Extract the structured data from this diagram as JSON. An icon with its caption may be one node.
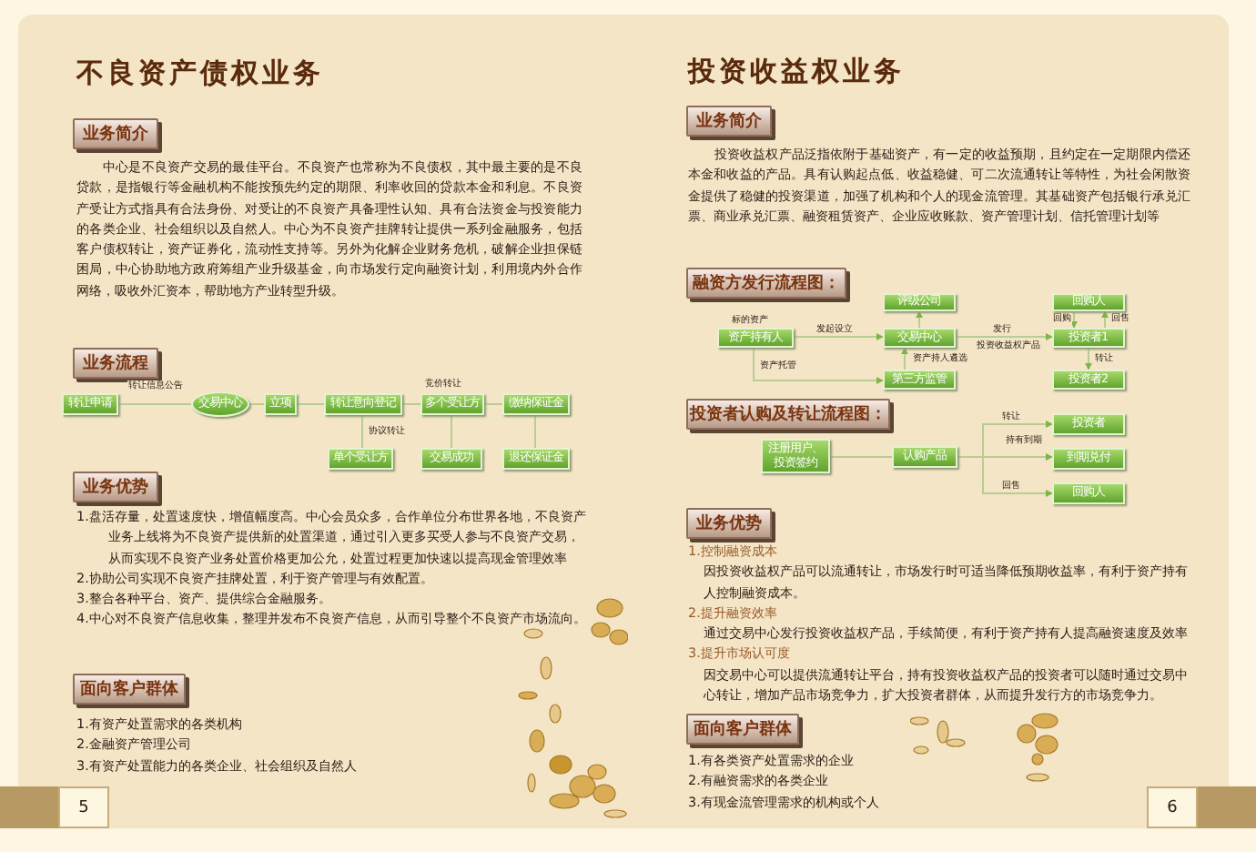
{
  "diagram": {
    "nodes": [
      {
        "text": [
          "业务简介"
        ]
      },
      {
        "text": [
          "业务流程"
        ]
      },
      {
        "text": [
          "转让申请"
        ]
      },
      {
        "text": [
          "交易中心"
        ]
      },
      {
        "text": [
          "立项"
        ]
      },
      {
        "text": [
          "转让意向登记"
        ]
      },
      {
        "text": [
          "多个受让方"
        ]
      },
      {
        "text": [
          "缴纳保证金"
        ]
      },
      {
        "text": [
          "单个受让方"
        ]
      },
      {
        "text": [
          "交易成功"
        ]
      },
      {
        "text": [
          "退还保证金"
        ]
      },
      {
        "text": [
          "业务优势"
        ]
      },
      {
        "text": [
          "面向客户群体"
        ]
      },
      {
        "text": [
          "业务简介"
        ]
      },
      {
        "text": [
          "融资方发行流程图："
        ]
      },
      {
        "text": [
          "评级公司"
        ]
      },
      {
        "text": [
          "回购人"
        ]
      },
      {
        "text": [
          "资产持有人"
        ],
        "beside": [
          "标的资产"
        ]
      },
      {
        "text": [
          "交易中心"
        ]
      },
      {
        "text": [
          "投资者1"
        ]
      },
      {
        "text": [
          "第三方监管"
        ]
      },
      {
        "text": [
          "投资者2"
        ]
      },
      {
        "text": [
          "投资者认购及转让流程图："
        ]
      },
      {
        "text": [
          "注册用户、投资签约"
        ]
      },
      {
        "text": [
          "认购产品"
        ]
      },
      {
        "text": [
          "投资者"
        ]
      },
      {
        "text": [
          "到期兑付"
        ]
      },
      {
        "text": [
          "回购人"
        ]
      },
      {
        "text": [
          "业务优势"
        ]
      },
      {
        "text": [
          "面向客户群体"
        ]
      }
    ],
    "edges": [
      {
        "from": 2,
        "to": 3,
        "arrow": "none",
        "label": "转让信息公告"
      },
      {
        "from": 3,
        "to": 4,
        "arrow": "none"
      },
      {
        "from": 4,
        "to": 5,
        "arrow": "none"
      },
      {
        "from": 5,
        "to": 6,
        "arrow": "none",
        "label": "竞价转让"
      },
      {
        "from": 6,
        "to": 7,
        "arrow": "none"
      },
      {
        "from": 5,
        "to": 8,
        "arrow": "none",
        "label": "协议转让"
      },
      {
        "from": 6,
        "to": 9,
        "arrow": "none"
      },
      {
        "from": 7,
        "to": 10,
        "arrow": "none"
      },
      {
        "from": 17,
        "to": 18,
        "arrow": "to",
        "label": "发起设立"
      },
      {
        "from": 17,
        "to": 20,
        "arrow": "to",
        "label": "资产托管"
      },
      {
        "from": 18,
        "to": 15,
        "arrow": "to"
      },
      {
        "from": 20,
        "to": 18,
        "arrow": "to",
        "label": "资产持人遴选"
      },
      {
        "from": 18,
        "to": 19,
        "arrow": "to",
        "label": "发行"
      },
      {
        "from": 16,
        "to": 19,
        "arrow": "to",
        "label": "回购"
      },
      {
        "from": 19,
        "to": 16,
        "arrow": "to",
        "label": "回售"
      },
      {
        "from": 19,
        "to": 21,
        "arrow": "to",
        "label": "转让"
      },
      {
        "from": 23,
        "to": 24,
        "arrow": "none"
      },
      {
        "from": 24,
        "to": 25,
        "arrow": "to",
        "label": "转让"
      },
      {
        "from": 24,
        "to": 26,
        "arrow": "to",
        "label": "持有到期"
      },
      {
        "from": 24,
        "to": 27,
        "arrow": "to",
        "label": "回售"
      }
    ],
    "labels": [
      "不良资产债权业务",
      "中心是不良资产交易的最佳平台。不良资产也常称为不良债权，其中最主要的是不良贷款，是指银行等金融机构不能按预先约定的期限、利率收回的贷款本金和利息。不良资产受让方式指具有合法身份、对受让的不良资产具备理性认知、具有合法资金与投资能力的各类企业、社会组织以及自然人。中心为不良资产挂牌转让提供一系列金融服务，包括客户债权转让，资产证券化，流动性支持等。另外为化解企业财务危机，破解企业担保链困局，中心协助地方政府筹组产业升级基金，向市场发行定向融资计划，利用境内外合作网络，吸收外汇资本，帮助地方产业转型升级。",
      "1.盘活存量，处置速度快，增值幅度高。中心会员众多，合作单位分布世界各地，不良资产业务上线将为不良资产提供新的处置渠道，通过引入更多买受人参与不良资产交易，从而实现不良资产业务处置价格更加公允，处置过程更加快速以提高现金管理效率",
      "2.协助公司实现不良资产挂牌处置，利于资产管理与有效配置。",
      "3.整合各种平台、资产、提供综合金融服务。",
      "4.中心对不良资产信息收集，整理并发布不良资产信息，从而引导整个不良资产市场流向。",
      "1.有资产处置需求的各类机构",
      "2.金融资产管理公司",
      "3.有资产处置能力的各类企业、社会组织及自然人",
      "5",
      "投资收益权业务",
      "投资收益权产品泛指依附于基础资产，有一定的收益预期，且约定在一定期限内偿还本金和收益的产品。具有认购起点低、收益稳健、可二次流通转让等特性，为社会闲散资金提供了稳健的投资渠道，加强了机构和个人的现金流管理。其基础资产包括银行承兑汇票、商业承兑汇票、融资租赁资产、企业应收账款、资产管理计划、信托管理计划等",
      "1.控制融资成本",
      "因投资收益权产品可以流通转让，市场发行时可适当降低预期收益率，有利于资产持有人控制融资成本。",
      "2.提升融资效率",
      "通过交易中心发行投资收益权产品，手续简便，有利于资产持有人提高融资速度及效率",
      "3.提升市场认可度",
      "因交易中心可以提供流通转让平台，持有投资收益权产品的投资者可以随时通过交易中心转让，增加产品市场竞争力，扩大投资者群体，从而提升发行方的市场竞争力。",
      "1.有各类资产处置需求的企业",
      "2.有融资需求的各类企业",
      "3.有现金流管理需求的机构或个人",
      "6",
      "投资收益权产品"
    ]
  }
}
